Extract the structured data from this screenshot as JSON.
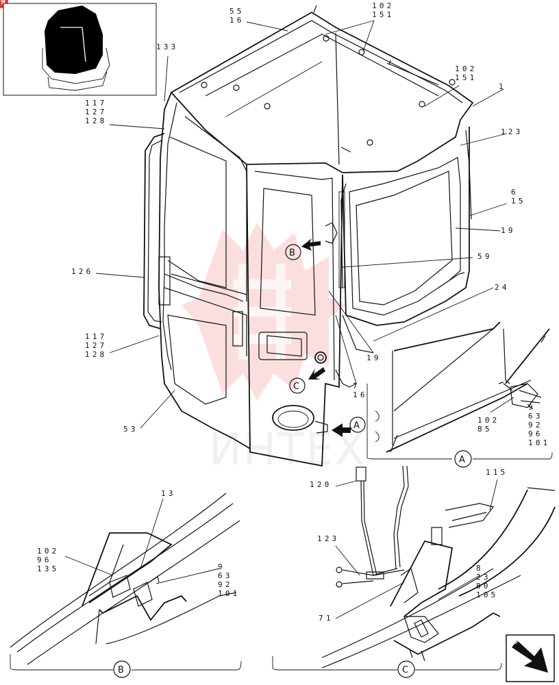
{
  "page_badge": "9",
  "watermark": "ИНТЕХ",
  "views": {
    "A": "A",
    "B": "B",
    "C": "C"
  },
  "labels": {
    "l_55_16": [
      "55",
      "16"
    ],
    "l_102_151_top": [
      "102",
      "151"
    ],
    "l_133": [
      "133"
    ],
    "l_102_151_right": [
      "102",
      "151"
    ],
    "l_1": [
      "1"
    ],
    "l_117_127_128_top": [
      "117",
      "127",
      "128"
    ],
    "l_123_top": [
      "123"
    ],
    "l_6_15": [
      "6",
      "15"
    ],
    "l_19_right": [
      "19"
    ],
    "l_59": [
      "59"
    ],
    "l_126": [
      "126"
    ],
    "l_24": [
      "24"
    ],
    "l_117_127_128_bot": [
      "117",
      "127",
      "128"
    ],
    "l_19_mid": [
      "19"
    ],
    "l_7_16": [
      "7",
      "16"
    ],
    "l_9_63_92_96_101_A": [
      "9",
      "63",
      "92",
      "96",
      "101"
    ],
    "l_102_85": [
      "102",
      "85"
    ],
    "l_53": [
      "53"
    ],
    "l_13": [
      "13"
    ],
    "l_120": [
      "120"
    ],
    "l_115": [
      "115"
    ],
    "l_102_96_135": [
      "102",
      "96",
      "135"
    ],
    "l_9_63_92_101_B": [
      "9",
      "63",
      "92",
      "101"
    ],
    "l_123_C": [
      "123"
    ],
    "l_8_23_80_105": [
      "8",
      "23",
      "80",
      "105"
    ],
    "l_71": [
      "71"
    ]
  },
  "icons": {
    "thumbnail": "cab-thumbnail-icon",
    "nav": "next-page-arrow-icon"
  }
}
